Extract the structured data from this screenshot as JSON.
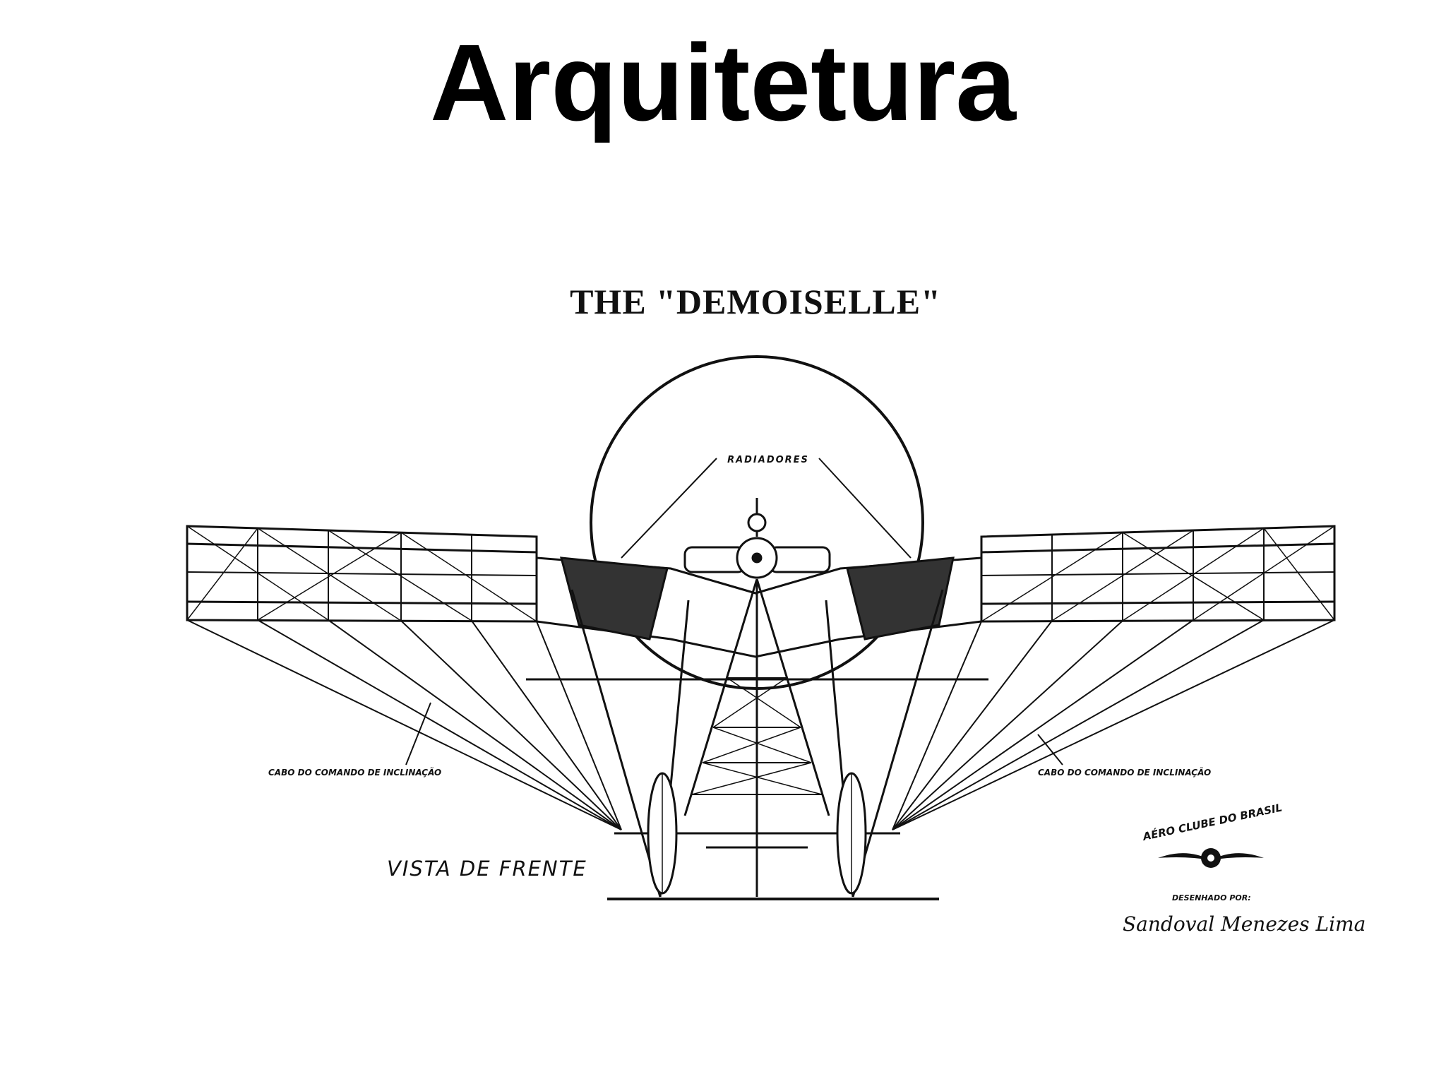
{
  "slide": {
    "title": "Arquitetura"
  },
  "drawing": {
    "title": "THE \"DEMOISELLE\"",
    "callout_radiators": "RADIADORES",
    "callout_cable_left": "CABO DO COMANDO DE INCLINAÇÃO",
    "callout_cable_right": "CABO DO COMANDO DE INCLINAÇÃO",
    "view_label": "VISTA DE FRENTE",
    "club_seal": "AÉRO CLUBE DO BRASIL",
    "designed_by": "DESENHADO POR:",
    "signature": "Sandoval Menezes Lima"
  },
  "colors": {
    "ink": "#111111",
    "background": "#ffffff"
  }
}
